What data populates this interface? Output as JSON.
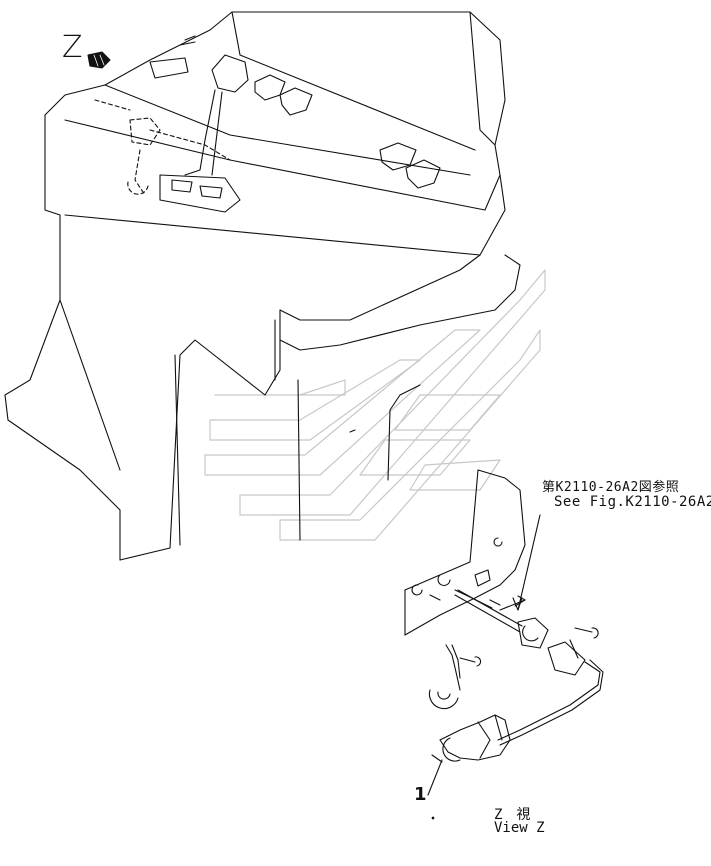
{
  "title": "",
  "labels": {
    "view_letter": "Z",
    "reference_jp": "第K2110-26A2図参照",
    "reference_en": "See Fig.K2110-26A2",
    "part_number": "1",
    "view_caption_jp": "Z　視",
    "view_caption_en": "View Z"
  },
  "colors": {
    "line": "#111111",
    "background": "#ffffff",
    "watermark": "#cccccc"
  },
  "icons": {
    "view_arrow": "view-direction-arrow",
    "watermark": "komatsu-logo-watermark"
  }
}
